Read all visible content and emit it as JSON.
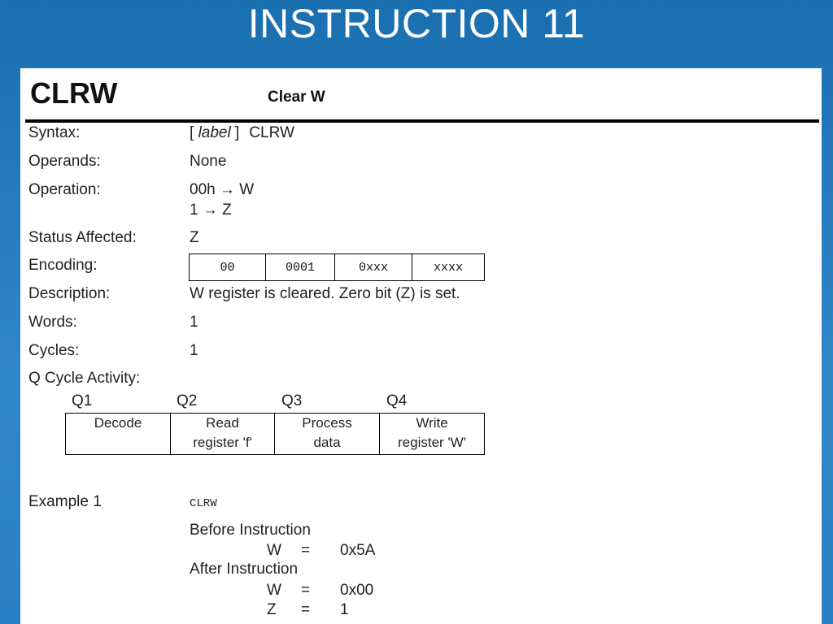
{
  "slide_title": "INSTRUCTION 11",
  "header": {
    "mnemonic": "CLRW",
    "name": "Clear W"
  },
  "rows": {
    "syntax": {
      "label": "Syntax:",
      "open": "[ ",
      "label_word": "label",
      "close": " ]",
      "value": "CLRW"
    },
    "operands": {
      "label": "Operands:",
      "value": "None"
    },
    "operation": {
      "label": "Operation:",
      "line1": "00h → W",
      "line2": "1 → Z"
    },
    "status": {
      "label": "Status Affected:",
      "value": "Z"
    },
    "encoding": {
      "label": "Encoding:",
      "fields": [
        "00",
        "0001",
        "0xxx",
        "xxxx"
      ]
    },
    "description": {
      "label": "Description:",
      "value": "W register is cleared. Zero bit (Z) is set."
    },
    "words": {
      "label": "Words:",
      "value": "1"
    },
    "cycles": {
      "label": "Cycles:",
      "value": "1"
    },
    "q_activity": {
      "label": "Q Cycle Activity:"
    }
  },
  "q_cycles": {
    "headers": [
      "Q1",
      "Q2",
      "Q3",
      "Q4"
    ],
    "cells": [
      {
        "line1": "Decode",
        "line2": ""
      },
      {
        "line1": "Read",
        "line2": "register 'f'"
      },
      {
        "line1": "Process",
        "line2": "data"
      },
      {
        "line1": "Write",
        "line2": "register 'W'"
      }
    ]
  },
  "example": {
    "label": "Example 1",
    "code": "CLRW",
    "before_label": "Before Instruction",
    "before": [
      {
        "reg": "W",
        "eq": "=",
        "val": "0x5A"
      }
    ],
    "after_label": "After Instruction",
    "after": [
      {
        "reg": "W",
        "eq": "=",
        "val": "0x00"
      },
      {
        "reg": "Z",
        "eq": "=",
        "val": "1"
      }
    ]
  }
}
